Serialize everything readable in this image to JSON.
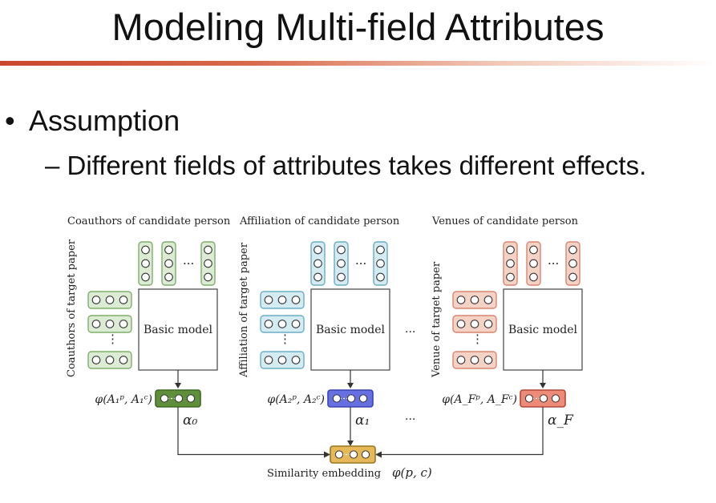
{
  "slide": {
    "title": "Modeling Multi-field Attributes",
    "bullet": "Assumption",
    "sub_bullet": "– Different fields of attributes takes different effects."
  },
  "diagram": {
    "panels": [
      {
        "top_label": "Coauthors of candidate person",
        "side_label": "Coauthors of target paper",
        "model_label": "Basic model",
        "phi_label": "φ(A₁ᵖ, A₁ᶜ)",
        "alpha_label": "α₀",
        "colors": {
          "fill": "#dcebd3",
          "stroke": "#7fae6b",
          "emb_fill": "#5f8f3a",
          "emb_stroke": "#3f6a22"
        }
      },
      {
        "top_label": "Affiliation of candidate person",
        "side_label": "Affiliation of target paper",
        "model_label": "Basic model",
        "phi_label": "φ(A₂ᵖ, A₂ᶜ)",
        "alpha_label": "α₁",
        "colors": {
          "fill": "#d4ebf2",
          "stroke": "#6aaec4",
          "emb_fill": "#6670e0",
          "emb_stroke": "#3a44b0"
        }
      },
      {
        "top_label": "Venues of candidate person",
        "side_label": "Venue of target paper",
        "model_label": "Basic model",
        "phi_label": "φ(A_Fᵖ, A_Fᶜ)",
        "alpha_label": "α_F",
        "colors": {
          "fill": "#f5d2c6",
          "stroke": "#d9866f",
          "emb_fill": "#ee8a78",
          "emb_stroke": "#b04a38"
        }
      }
    ],
    "between_ellipsis": "...",
    "output_label": "Similarity embedding",
    "output_symbol": "φ(p, c)",
    "output_colors": {
      "fill": "#e5b85a",
      "stroke": "#9c7420"
    }
  }
}
